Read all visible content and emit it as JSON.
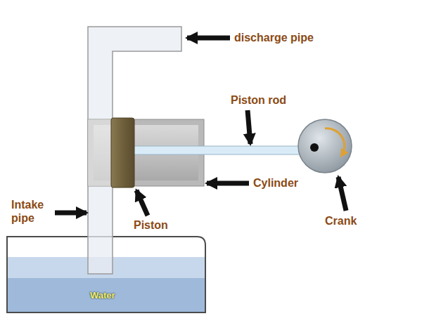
{
  "diagram": {
    "nodes": [
      {
        "text": [
          "Water"
        ]
      }
    ],
    "labels": [
      "discharge pipe",
      "Piston rod",
      "Cylinder",
      "Crank",
      "Piston",
      "Intake pipe"
    ]
  }
}
